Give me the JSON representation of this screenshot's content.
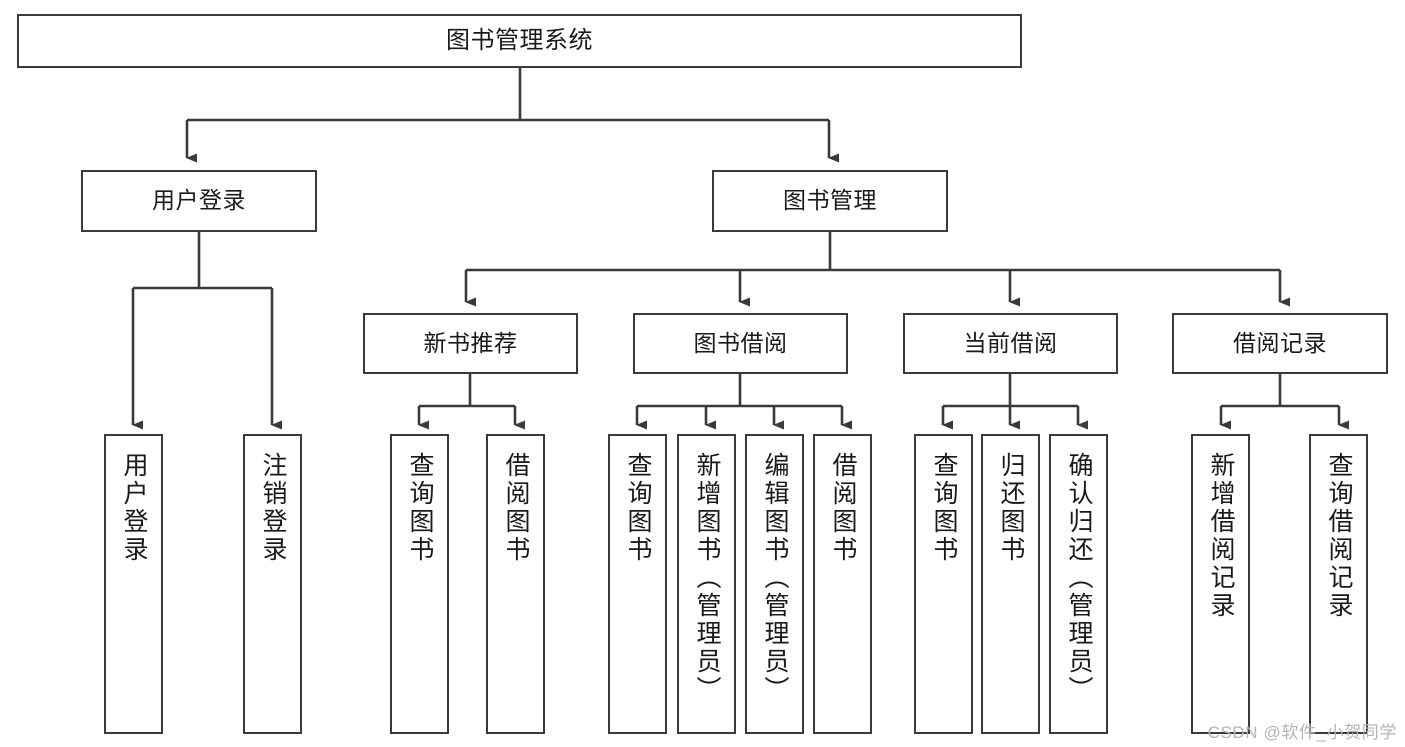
{
  "diagram": {
    "type": "tree-hierarchy-chart",
    "title": "图书管理系统",
    "stroke_color": "#3a3a3a",
    "fill_color": "#ffffff",
    "text_color": "#1a1a1a",
    "watermark": "CSDN @软件_小贺同学",
    "nodes": {
      "root": {
        "label": "图书管理系统",
        "level": 0
      },
      "l1": [
        {
          "id": "user-login",
          "label": "用户登录"
        },
        {
          "id": "book-manage",
          "label": "图书管理"
        }
      ],
      "l2": [
        {
          "id": "new-book-rec",
          "label": "新书推荐"
        },
        {
          "id": "book-borrow",
          "label": "图书借阅"
        },
        {
          "id": "current-borrow",
          "label": "当前借阅"
        },
        {
          "id": "borrow-record",
          "label": "借阅记录"
        }
      ],
      "leaves": {
        "user-login": [
          {
            "id": "leaf-user-login",
            "label": "用户登录"
          },
          {
            "id": "leaf-logout-login",
            "label": "注销登录"
          }
        ],
        "new-book-rec": [
          {
            "id": "leaf-query-book-1",
            "label": "查询图书"
          },
          {
            "id": "leaf-borrow-book-1",
            "label": "借阅图书"
          }
        ],
        "book-borrow": [
          {
            "id": "leaf-query-book-2",
            "label": "查询图书"
          },
          {
            "id": "leaf-add-book",
            "label": "新增图书（管理员）"
          },
          {
            "id": "leaf-edit-book",
            "label": "编辑图书（管理员）"
          },
          {
            "id": "leaf-borrow-book-2",
            "label": "借阅图书"
          }
        ],
        "current-borrow": [
          {
            "id": "leaf-query-book-3",
            "label": "查询图书"
          },
          {
            "id": "leaf-return-book",
            "label": "归还图书"
          },
          {
            "id": "leaf-confirm-return",
            "label": "确认归还（管理员）"
          }
        ],
        "borrow-record": [
          {
            "id": "leaf-add-record",
            "label": "新增借阅记录"
          },
          {
            "id": "leaf-query-record",
            "label": "查询借阅记录"
          }
        ]
      }
    }
  }
}
